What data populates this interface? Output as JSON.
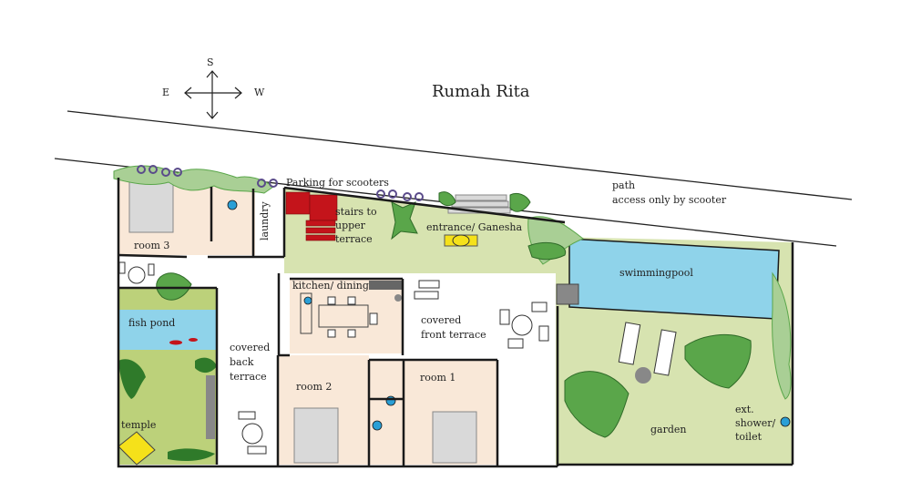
{
  "title": "Rumah Rita",
  "compass": {
    "north": "S",
    "west_left": "E",
    "east_right": "W"
  },
  "labels": {
    "parking": "Parking for scooters",
    "path_line1": "path",
    "path_line2": "access only by scooter",
    "stairs_line1": "stairs to",
    "stairs_line2": "upper",
    "stairs_line3": "terrace",
    "entrance": "entrance/ Ganesha",
    "swimmingpool": "swimmingpool",
    "room3": "room 3",
    "laundry": "laundry",
    "kitchen": "kitchen/ dining",
    "covered_front_line1": "covered",
    "covered_front_line2": "front terrace",
    "fish_pond": "fish pond",
    "covered_back_line1": "covered",
    "covered_back_line2": "back",
    "covered_back_line3": "terrace",
    "room2": "room 2",
    "room1": "room 1",
    "temple": "temple",
    "garden": "garden",
    "shower_line1": "ext.",
    "shower_line2": "shower/",
    "shower_line3": "toilet"
  },
  "colors": {
    "room_fill": "#f9e8d8",
    "garden_fill": "#d7e3b0",
    "dark_garden": "#bcd17a",
    "pool": "#8fd3ea",
    "stairs": "#c4141b",
    "plant": "#5aa64a",
    "plant_light": "#a9cf95",
    "scooter": "#5a4b8a",
    "fixture": "#2a9fd6",
    "wall": "#1a1a1a"
  }
}
